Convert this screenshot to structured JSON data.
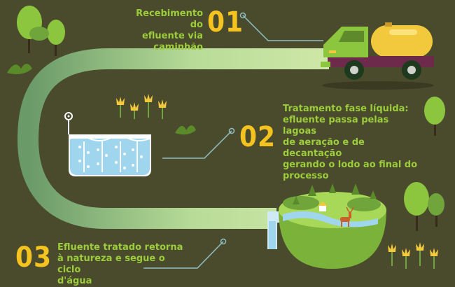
{
  "steps": [
    {
      "number": "01",
      "text_lines": [
        "Recebimento do",
        "efluente via caminhão"
      ]
    },
    {
      "number": "02",
      "text_lines": [
        "Tratamento fase líquida:",
        "efluente passa pelas lagoas",
        "de aeração e de decantação",
        "gerando o lodo ao final do",
        "processo"
      ]
    },
    {
      "number": "03",
      "text_lines": [
        "Efluente tratado retorna",
        "à natureza e segue o ciclo",
        "d'água"
      ]
    }
  ],
  "colors": {
    "background": "#4a4a2c",
    "text_green": "#9ccd3c",
    "number_yellow": "#f4c31f",
    "pipe_light": "#c4e2a0",
    "pipe_dark": "#6a9a68",
    "truck_green": "#8cc63f",
    "tank_yellow": "#f2c83c",
    "water_blue": "#9fd6ee"
  }
}
